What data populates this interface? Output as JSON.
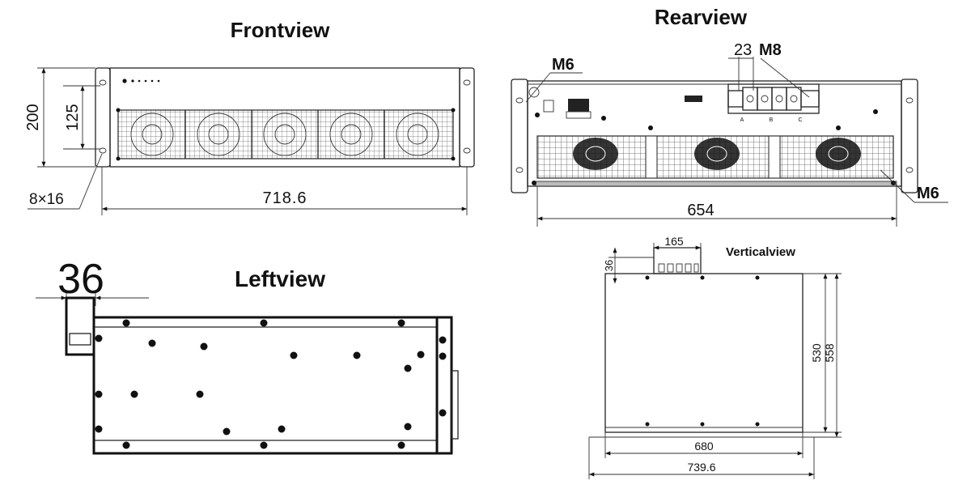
{
  "titles": {
    "front": "Frontview",
    "rear": "Rearview",
    "left": "Leftview",
    "vertical": "Verticalview"
  },
  "front": {
    "dim_height": "200",
    "dim_inner_height": "125",
    "dim_slot": "8×16",
    "dim_width": "718.6"
  },
  "rear": {
    "screw_left": "M6",
    "screw_right": "M6",
    "terminal_spacing": "23",
    "terminal_screw": "M8",
    "dim_width": "654",
    "terminal_labels": [
      "A",
      "B",
      "C"
    ]
  },
  "left": {
    "dim_handle": "36"
  },
  "vertical": {
    "dim_terminal_width": "165",
    "dim_terminal_depth": "36",
    "dim_depth_inner": "530",
    "dim_depth_outer": "558",
    "dim_width_inner": "680",
    "dim_width_outer": "739.6"
  },
  "colors": {
    "line": "#222222",
    "background": "#ffffff"
  }
}
